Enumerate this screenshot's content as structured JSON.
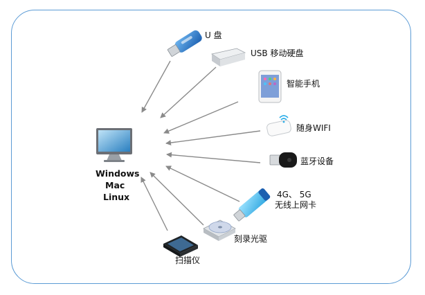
{
  "computer": {
    "os_lines": [
      "Windows",
      "Mac",
      "Linux"
    ]
  },
  "devices": [
    {
      "label": "U 盘",
      "icon": "usb-flash-drive-icon"
    },
    {
      "label": "USB 移动硬盘",
      "icon": "usb-hard-drive-icon"
    },
    {
      "label": "智能手机",
      "icon": "smartphone-icon"
    },
    {
      "label": "随身WIFI",
      "icon": "portable-wifi-icon"
    },
    {
      "label": "蓝牙设备",
      "icon": "bluetooth-adapter-icon"
    },
    {
      "label_line1": "4G、 5G",
      "label_line2": "无线上网卡",
      "icon": "wireless-modem-icon"
    },
    {
      "label": "刻录光驱",
      "icon": "optical-drive-icon"
    },
    {
      "label": "扫描仪",
      "icon": "scanner-icon"
    }
  ],
  "colors": {
    "frame": "#5b9bd5",
    "arrow": "#8a8a8a"
  }
}
